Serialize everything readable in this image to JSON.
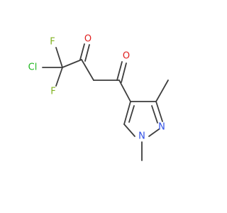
{
  "molecule": {
    "atoms": {
      "cl": {
        "label": "Cl",
        "color": "#1fb71f"
      },
      "f_upper": {
        "label": "F",
        "color": "#7fb21f"
      },
      "f_lower": {
        "label": "F",
        "color": "#7fb21f"
      },
      "o_ketone_1": {
        "label": "O",
        "color": "#e0201f"
      },
      "o_ketone_2": {
        "label": "O",
        "color": "#e0201f"
      },
      "n_ring_1": {
        "label": "N",
        "color": "#2f4fe6"
      },
      "n_ring_2": {
        "label": "N",
        "color": "#2f4fe6"
      }
    },
    "bond_color": "#3d3d3d"
  }
}
